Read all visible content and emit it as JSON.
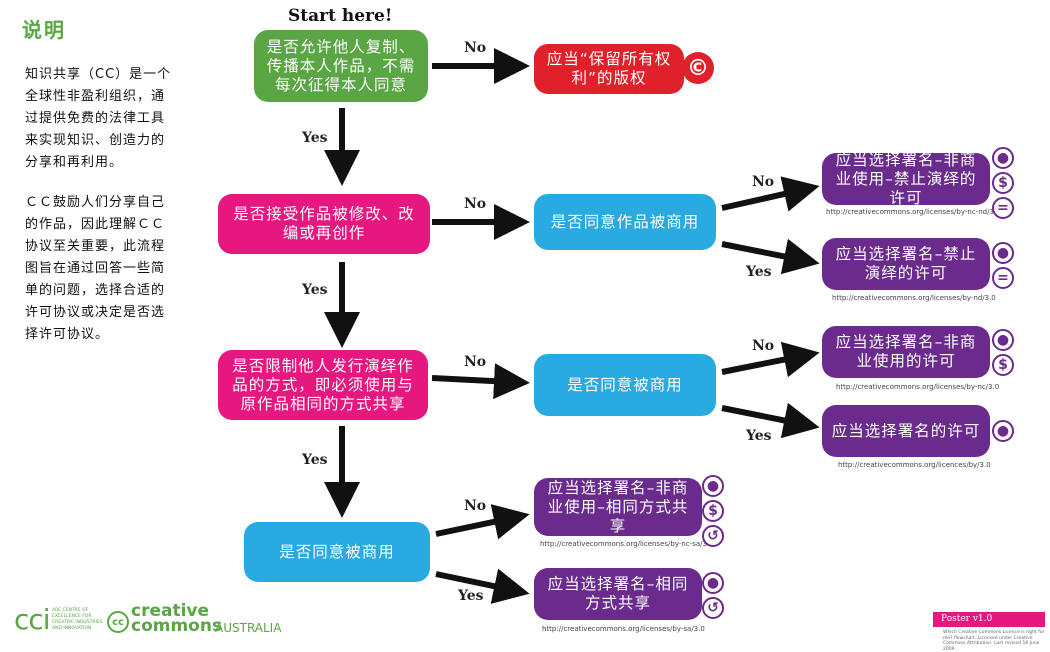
{
  "sidebar": {
    "title": "说明",
    "para1": "知识共享（CC）是一个\n全球性非盈利组织，通\n过提供免费的法律工具\n来实现知识、创造力的\n分享和再利用。",
    "para2": "ＣＣ鼓励人们分享自己\n的作品，因此理解ＣＣ\n协议至关重要，此流程\n图旨在通过回答一些简\n单的问题，选择合适的\n许可协议或决定是否选\n择许可协议。"
  },
  "flowchart": {
    "start_label": "Start here!",
    "q1": "是否允许他人复制、传播本人作品，不需每次征得本人同意",
    "q2": "是否接受作品被修改、改编或再创作",
    "q3": "是否限制他人发行演绎作品的方式，即必须使用与原作品相同的方式共享",
    "q_commercial_1": "是否同意作品被商用",
    "q_commercial_2": "是否同意被商用",
    "q_commercial_3": "是否同意被商用",
    "copyright": "应当“保留所有权利”的版权",
    "copyright_icon": "©",
    "yes": "Yes",
    "no": "No",
    "outcomes": {
      "by_nc_nd": {
        "label": "应当选择署名–非商业使用–禁止演绎的许可",
        "url": "http://creativecommons.org/licenses/by-nc-nd/3.0"
      },
      "by_nd": {
        "label": "应当选择署名–禁止演绎的许可",
        "url": "http://creativecommons.org/licenses/by-nd/3.0"
      },
      "by_nc": {
        "label": "应当选择署名–非商业使用的许可",
        "url": "http://creativecommons.org/licenses/by-nc/3.0"
      },
      "by": {
        "label": "应当选择署名的许可",
        "url": "http://creativecommons.org/licences/by/3.0"
      },
      "by_nc_sa": {
        "label": "应当选择署名–非商业使用–相同方式共享",
        "url": "http://creativecommons.org/licenses/by-nc-sa/3.0"
      },
      "by_sa": {
        "label": "应当选择署名–相同方式共享",
        "url": "http://creativecommons.org/licenses/by-sa/3.0"
      }
    },
    "icons": {
      "attribution": "attribution-icon",
      "noncommercial": "noncommercial-icon",
      "noderivs": "noderivs-icon",
      "sharealike": "sharealike-icon"
    }
  },
  "footer": {
    "cci_logo": "cci",
    "cci_small": "ARC CENTRE OF EXCELLENCE FOR CREATIVE INDUSTRIES AND INNOVATION",
    "cc_mark": "cc",
    "cc_creative": "creative",
    "cc_commons": "commons",
    "cc_australia": "AUSTRALIA",
    "poster_badge": "Poster v1.0",
    "fine_print": "Which Creative Commons Licence is right for me? flowchart. Licensed under Creative Commons Attribution. Last revised 16 June 2009."
  },
  "colors": {
    "green": "#5aa644",
    "pink": "#e6177f",
    "blue": "#29aae1",
    "red": "#e0212b",
    "purple": "#6a2b8c"
  }
}
